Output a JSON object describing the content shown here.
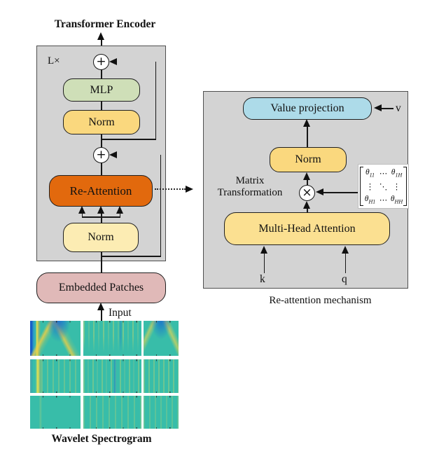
{
  "title": "Transformer Encoder",
  "encoder": {
    "loop_label": "L×",
    "plus1": "+",
    "plus2": "+",
    "mlp": "MLP",
    "norm_top": "Norm",
    "re_attention": "Re-Attention",
    "norm_bottom": "Norm",
    "embedded_patches": "Embedded Patches",
    "input_label": "Input"
  },
  "spectrogram": {
    "caption": "Wavelet Spectrogram",
    "grid": "3x3 tiles of teal wavelet scalograms with blue and yellow streaks"
  },
  "reattention": {
    "caption": "Re-attention mechanism",
    "value_projection": "Value projection",
    "norm": "Norm",
    "multi_head_attention": "Multi-Head Attention",
    "matrix_label_line1": "Matrix",
    "matrix_label_line2": "Transformation",
    "times": "×",
    "v_label": "v",
    "k_label": "k",
    "q_label": "q",
    "matrix": {
      "theta": "θ",
      "dots_h1": "⋯",
      "dots_h2": "⋯",
      "dots_v1": "⋮",
      "dots_d": "⋱",
      "dots_v2": "⋮",
      "subs": {
        "r1c1": "11",
        "r1c3": "1H",
        "r3c1": "H1",
        "r3c3": "HH"
      }
    }
  },
  "colors": {
    "panel-gray": "#d3d3d3",
    "mlp-green": "#cfdfb8",
    "norm-gold": "#fad87e",
    "norm-cream": "#fcecb3",
    "reattn-orange": "#e2690d",
    "patches-pink": "#e0b9b8",
    "value-blue": "#addbe9",
    "mha-gold": "#fbe091",
    "spec-teal": "#38bda9"
  }
}
